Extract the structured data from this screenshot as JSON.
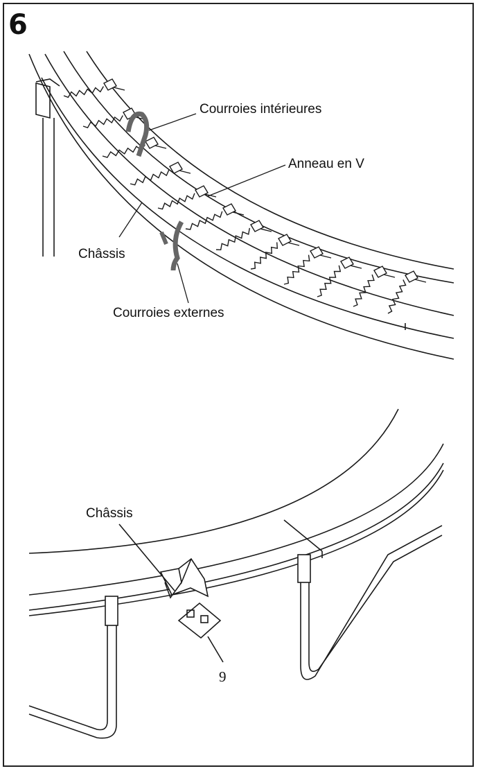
{
  "step": {
    "number": "6"
  },
  "top_figure": {
    "labels": {
      "inner_straps": "Courroies intérieures",
      "v_ring": "Anneau en V",
      "frame": "Châssis",
      "outer_straps": "Courroies externes"
    }
  },
  "bottom_figure": {
    "labels": {
      "frame": "Châssis",
      "part_number": "9"
    }
  },
  "colors": {
    "line": "#1a1a1a",
    "strap": "#777777",
    "background": "#ffffff"
  }
}
